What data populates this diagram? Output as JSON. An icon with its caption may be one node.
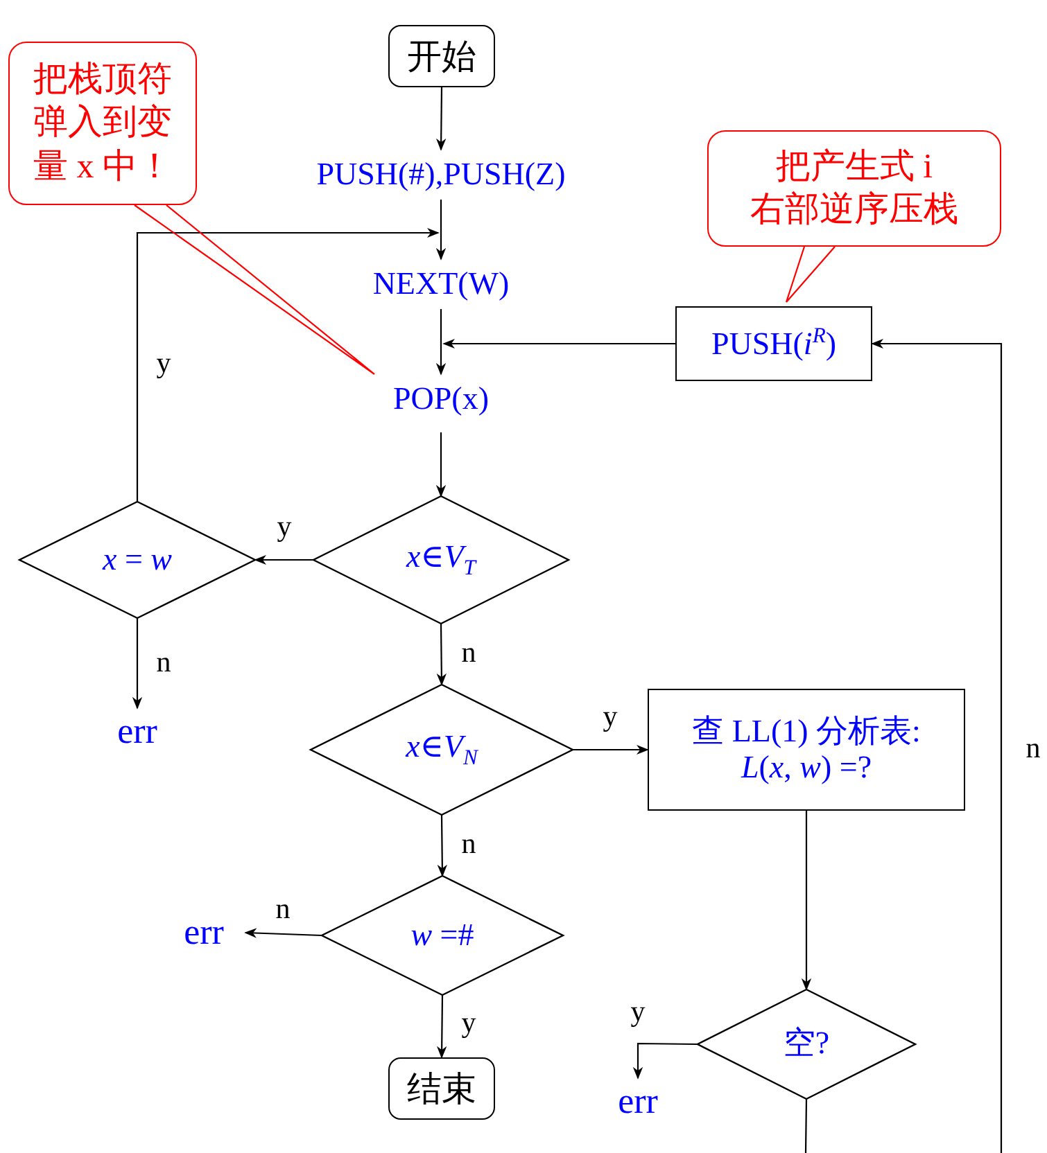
{
  "diagram": {
    "nodes": [
      {
        "text": [
          "开始"
        ]
      },
      {
        "text": [
          "PUSH(#),PUSH(Z)"
        ]
      },
      {
        "text": [
          "NEXT(W)"
        ]
      },
      {
        "text": [
          "POP(x)"
        ]
      },
      {
        "text": [
          "PUSH(*i*$^{R}$)"
        ]
      },
      {
        "text": [
          "把栈顶符弹入到变量 x 中！"
        ]
      },
      {
        "text": [
          "把产生式 i 右部逆序压栈"
        ]
      },
      {
        "text": [
          "*x* = *w*"
        ]
      },
      {
        "text": [
          "*x*∈*V*$_{T}$"
        ]
      },
      {
        "text": [
          "err"
        ]
      },
      {
        "text": [
          "*x*∈*V*$_{N}$"
        ]
      },
      {
        "text": [
          "查 LL(1) 分析表:",
          "*L*(*x*, *w*) =?"
        ]
      },
      {
        "text": [
          "*w* =#"
        ]
      },
      {
        "text": [
          "err"
        ]
      },
      {
        "text": [
          "空?"
        ]
      },
      {
        "text": [
          "err"
        ]
      },
      {
        "text": [
          "结束"
        ]
      }
    ],
    "edges": [
      {
        "from": 0,
        "to": 1,
        "arrow": "to"
      },
      {
        "from": 1,
        "to": 2,
        "arrow": "to"
      },
      {
        "from": 7,
        "to": 2,
        "arrow": "to",
        "label": "y"
      },
      {
        "from": 2,
        "to": 3,
        "arrow": "to"
      },
      {
        "from": 4,
        "to": 3,
        "arrow": "to"
      },
      {
        "from": 3,
        "to": 8,
        "arrow": "to"
      },
      {
        "from": 8,
        "to": 7,
        "arrow": "to",
        "label": "y"
      },
      {
        "from": 7,
        "to": 9,
        "arrow": "to",
        "label": "n"
      },
      {
        "from": 8,
        "to": 10,
        "arrow": "to",
        "label": "n"
      },
      {
        "from": 10,
        "to": 11,
        "arrow": "to",
        "label": "y"
      },
      {
        "from": 10,
        "to": 12,
        "arrow": "to",
        "label": "n"
      },
      {
        "from": 12,
        "to": 13,
        "arrow": "to",
        "label": "n"
      },
      {
        "from": 12,
        "to": 16,
        "arrow": "to",
        "label": "y"
      },
      {
        "from": 11,
        "to": 14,
        "arrow": "to"
      },
      {
        "from": 14,
        "to": 15,
        "arrow": "to",
        "label": "y"
      },
      {
        "from": 14,
        "to": null,
        "arrow": "none"
      },
      {
        "from": null,
        "to": 4,
        "arrow": "to",
        "label": "n"
      },
      {
        "from": 5,
        "to": 3,
        "arrow": "none",
        "color": "#ff0000"
      },
      {
        "from": 6,
        "to": 4,
        "arrow": "none",
        "color": "#ff0000"
      }
    ]
  }
}
